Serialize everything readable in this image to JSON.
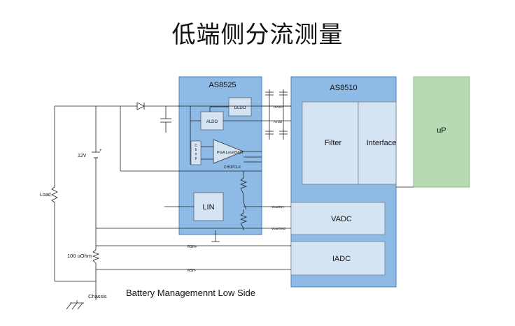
{
  "title": "低端侧分流测量",
  "caption": "Battery Managemennt Low Side",
  "chips": {
    "as8525": {
      "name": "AS8525",
      "dldo": "DLDO",
      "aldo": "ALDO",
      "chop": "C h o p",
      "pga": "PGA LevelShift",
      "chopclk": "CHOPCLK",
      "lin": "LIN"
    },
    "as8510": {
      "name": "AS8510",
      "filter": "Filter",
      "interface": "Interface",
      "vadc": "VADC",
      "iadc": "IADC"
    },
    "up": "uP"
  },
  "nets": {
    "dvdd": "DVDD",
    "avdd": "AVDD",
    "vbatdiv": "Vbat/DIV",
    "vbatgnd": "Vbat/GND",
    "rshp": "RSH+",
    "rshn": "RSH-"
  },
  "components": {
    "battery": "12V",
    "battery_plus": "+",
    "load": "Load",
    "shunt": "100 uOhm",
    "chassis": "Chassis"
  },
  "colors": {
    "chip_fill": "#8dbbe6",
    "chip_stroke": "#4a7fb8",
    "block_fill": "#d5e4f3",
    "up_fill": "#b6dbb3",
    "up_stroke": "#8fc08b",
    "wire": "#222222"
  }
}
